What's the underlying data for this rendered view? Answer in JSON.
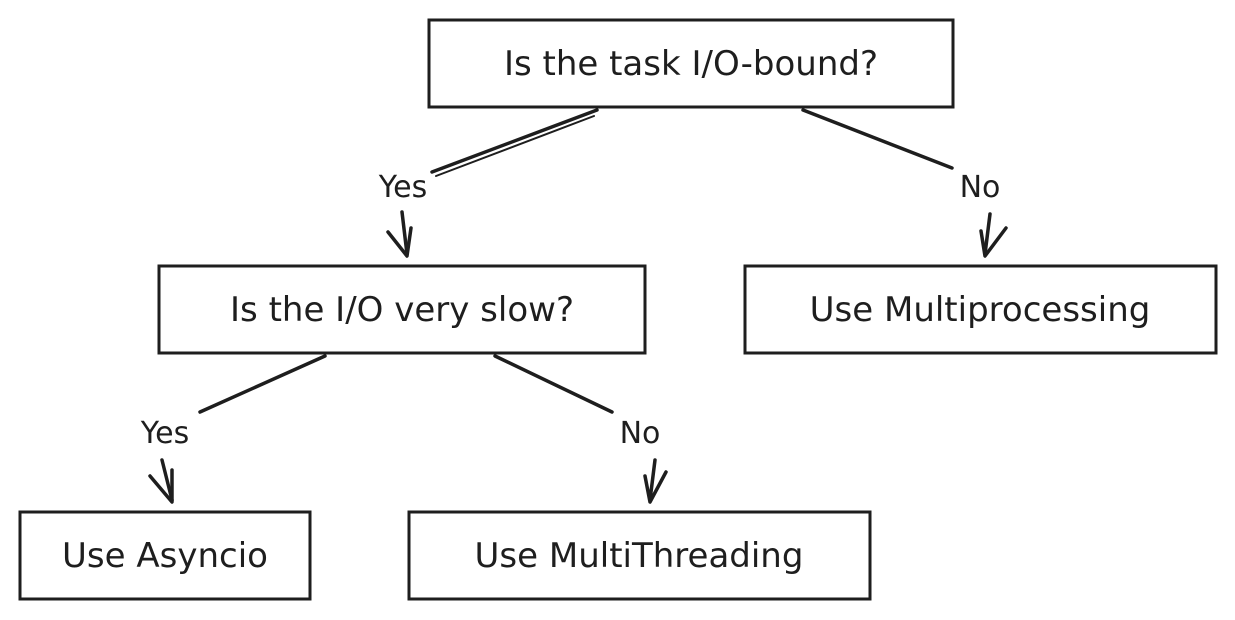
{
  "nodes": {
    "root": {
      "label": "Is the task I/O-bound?"
    },
    "slow": {
      "label": "Is the I/O very slow?"
    },
    "multiprocessing": {
      "label": "Use Multiprocessing"
    },
    "asyncio": {
      "label": "Use Asyncio"
    },
    "multithreading": {
      "label": "Use MultiThreading"
    }
  },
  "edges": {
    "root_yes": {
      "from": "root",
      "to": "slow",
      "label": "Yes"
    },
    "root_no": {
      "from": "root",
      "to": "multiprocessing",
      "label": "No"
    },
    "slow_yes": {
      "from": "slow",
      "to": "asyncio",
      "label": "Yes"
    },
    "slow_no": {
      "from": "slow",
      "to": "multithreading",
      "label": "No"
    }
  },
  "colors": {
    "stroke": "#1e1e1e",
    "background": "#ffffff"
  }
}
